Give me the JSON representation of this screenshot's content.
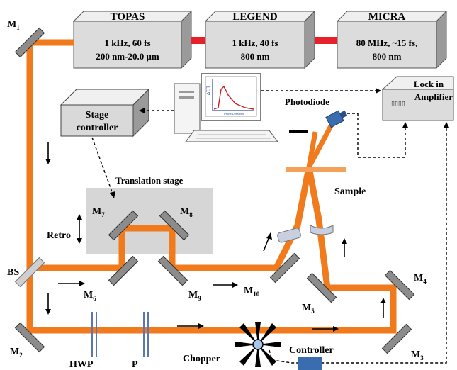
{
  "lasers": [
    {
      "name": "TOPAS",
      "line1": "1 kHz, 60 fs",
      "line2": "200 nm-20.0 μm"
    },
    {
      "name": "LEGEND",
      "line1": "1 kHz, 40 fs",
      "line2": "800 nm"
    },
    {
      "name": "MICRA",
      "line1": "80 MHz, ~15 fs,",
      "line2": "800 nm"
    }
  ],
  "stage_controller": {
    "line1": "Stage",
    "line2": "controller"
  },
  "lockin": {
    "line1": "Lock in",
    "line2": "Amplifier",
    "display": "▯▯▯▯"
  },
  "computer": {
    "ylabel": "ΔT/T",
    "xlabel": "Probe Detected"
  },
  "labels": {
    "photodiode": "Photodiode",
    "translation_stage": "Translation stage",
    "sample": "Sample",
    "retro": "Retro",
    "bs": "BS",
    "hwp": "HWP",
    "p": "P",
    "chopper": "Chopper",
    "controller": "Controller"
  },
  "mirrors": {
    "m1": "1",
    "m2": "2",
    "m3": "3",
    "m4": "4",
    "m5": "5",
    "m6": "6",
    "m7": "7",
    "m8": "8",
    "m9": "9",
    "m10": "10",
    "prefix": "M"
  },
  "colors": {
    "beam": "#f07a1c",
    "box_front": "#dcdcdc",
    "box_top": "#f0f0f0",
    "box_side": "#9a9a9a",
    "laser_link": "#e8202a",
    "stage": "#d6d6d6",
    "sample": "#f2a05a",
    "photodiode": "#3a6db0"
  }
}
